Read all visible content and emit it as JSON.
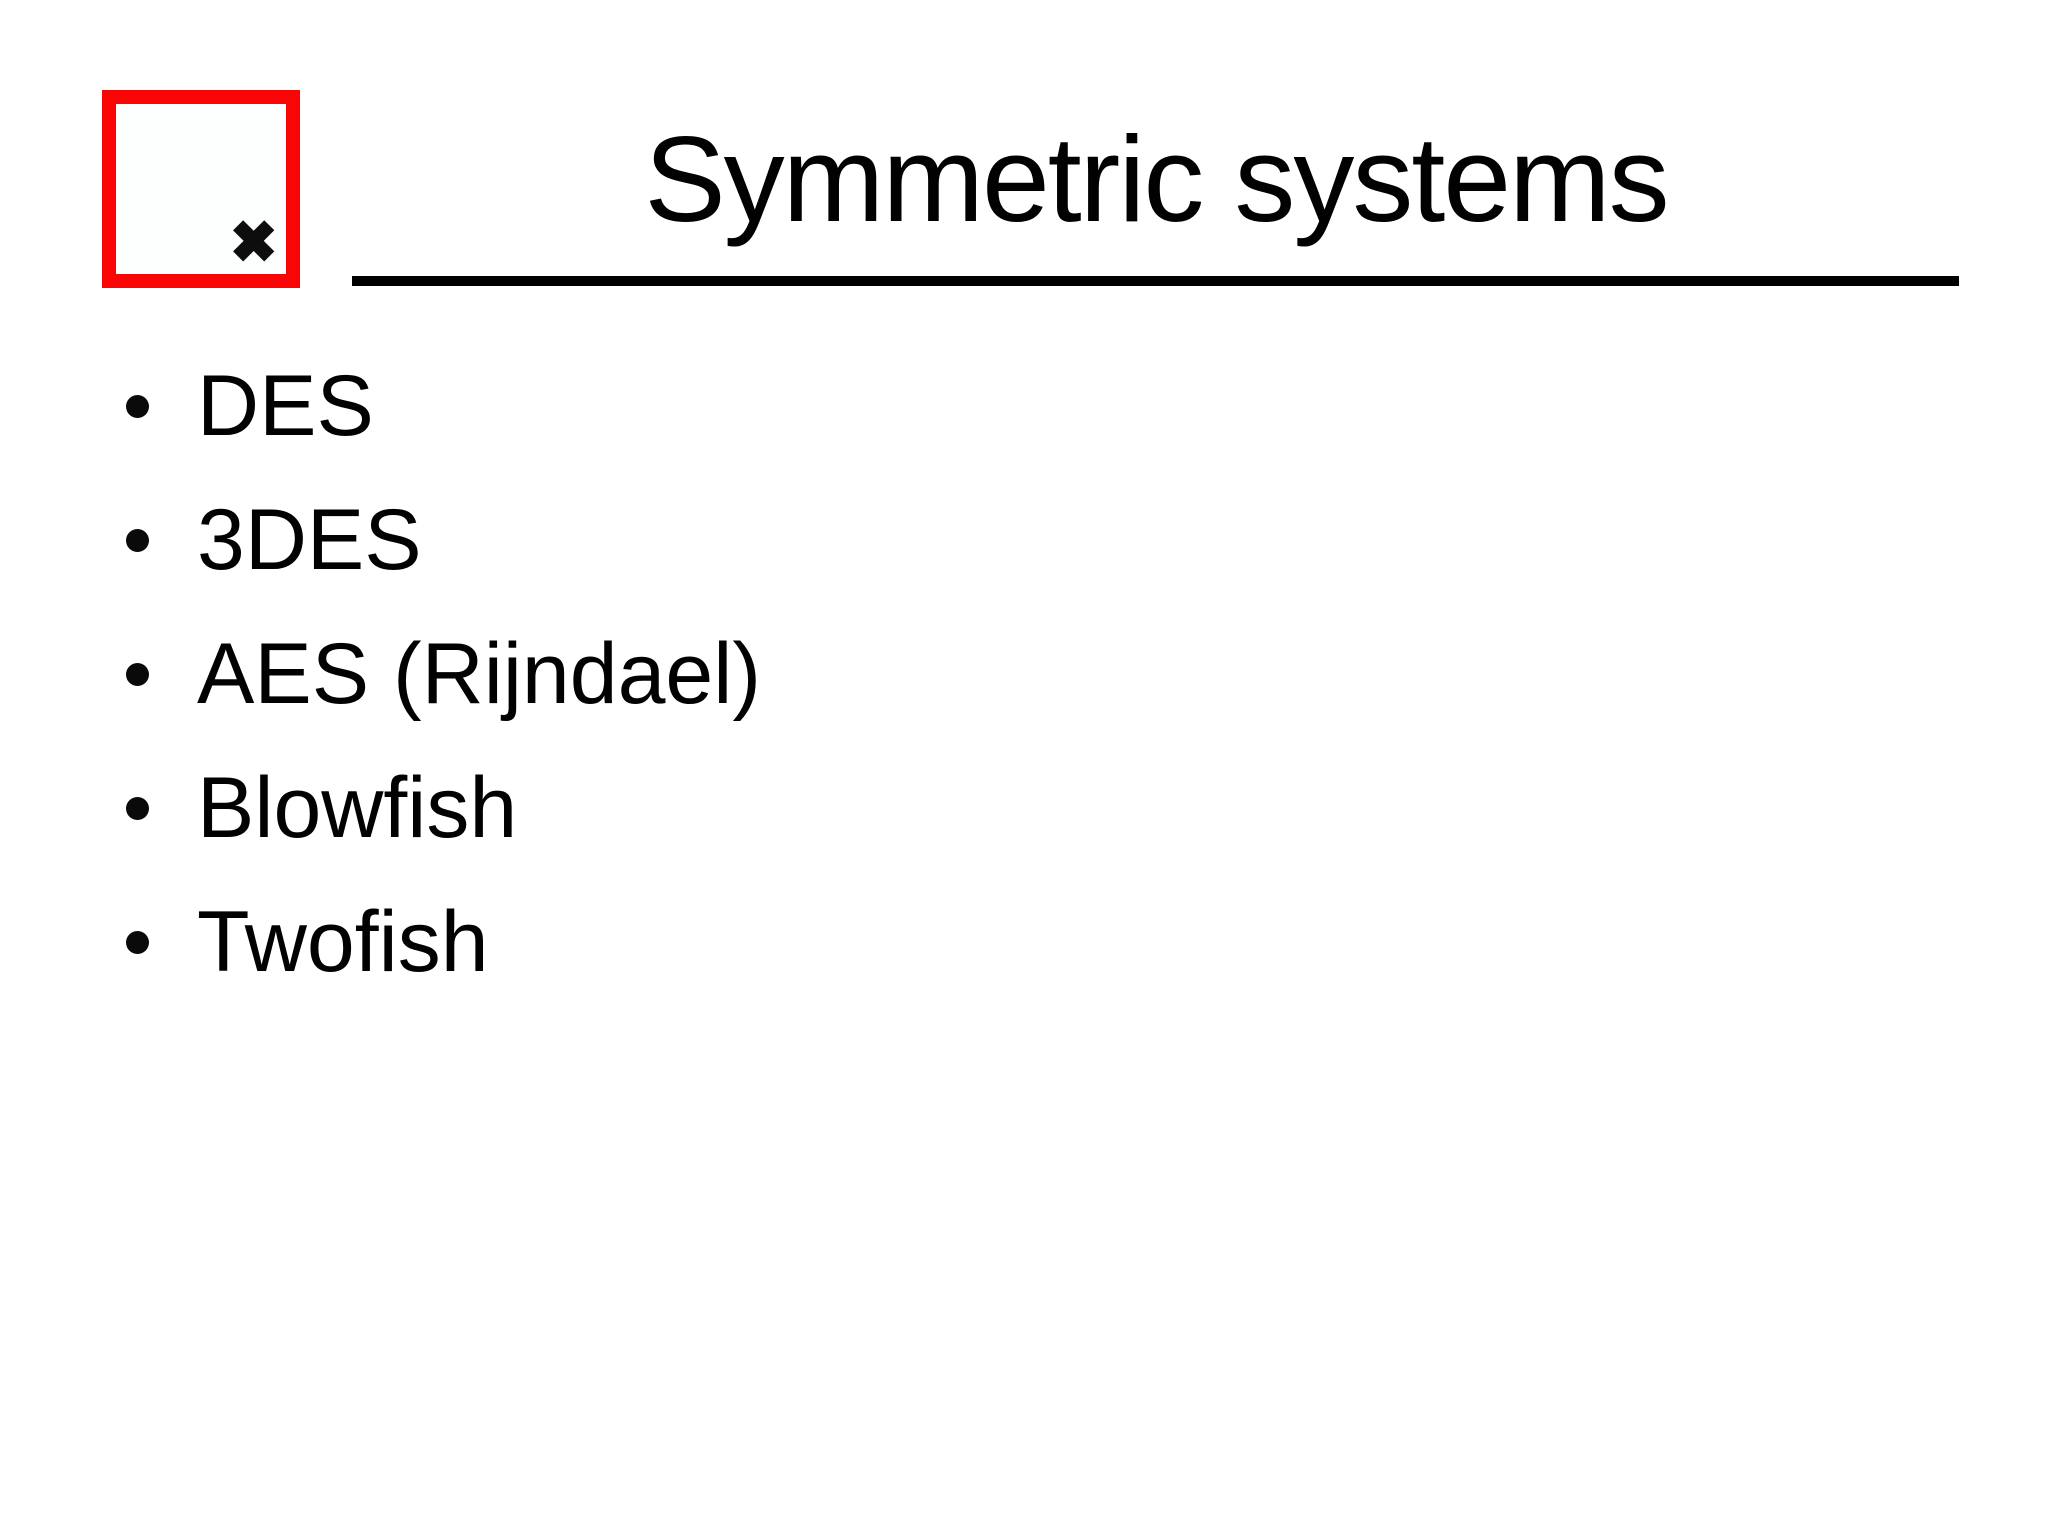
{
  "slide": {
    "title": "Symmetric systems",
    "logo": {
      "glyph": "✖",
      "border_color": "#fa0505",
      "x_color": "#0d0d0d"
    },
    "bullets": [
      "DES",
      "3DES",
      "AES (Rijndael)",
      "Blowfish",
      "Twofish"
    ],
    "colors": {
      "background": "#ffffff",
      "text": "#010101",
      "rule": "#000000"
    }
  }
}
